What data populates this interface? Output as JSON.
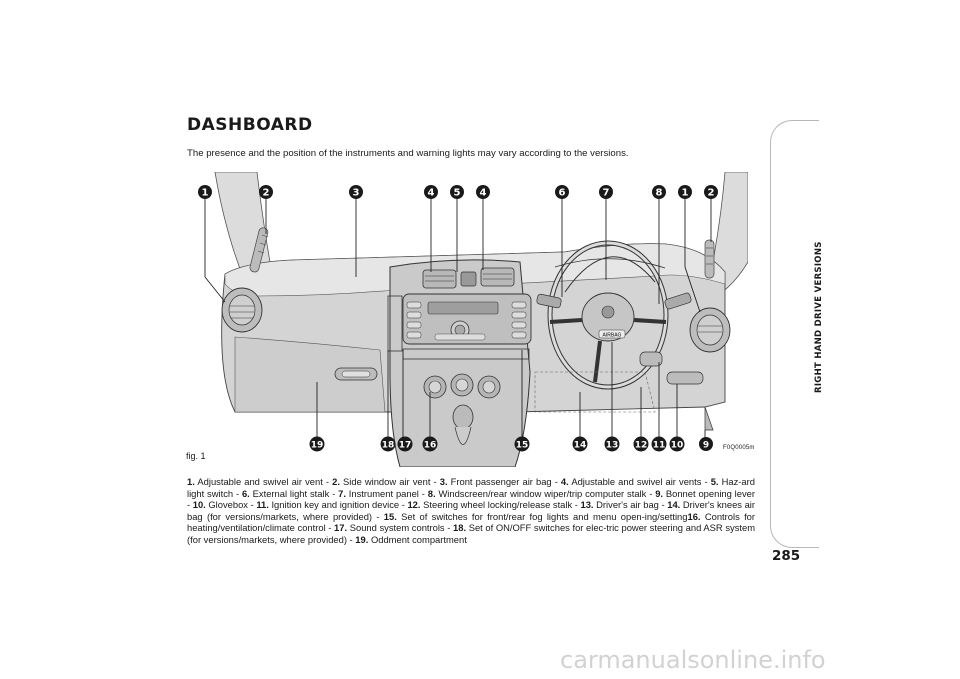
{
  "page": {
    "title": "DASHBOARD",
    "intro": "The presence and the position of the instruments and warning lights may vary according to the versions.",
    "figure_label": "fig. 1",
    "figure_code": "F0Q0005m",
    "side_tab_text": "RIGHT HAND DRIVE VERSIONS",
    "page_number": "285",
    "watermark": "carmanualsonline.info"
  },
  "callouts": {
    "top": [
      "1",
      "2",
      "3",
      "4",
      "5",
      "4",
      "6",
      "7",
      "8",
      "1",
      "2"
    ],
    "bottom": [
      "19",
      "18",
      "17",
      "16",
      "15",
      "14",
      "13",
      "12",
      "11",
      "10",
      "9"
    ]
  },
  "dashboard_labels": {
    "airbag": "AIRBAG"
  },
  "legend": [
    {
      "num": "1.",
      "text": " Adjustable and swivel air vent - "
    },
    {
      "num": "2.",
      "text": " Side window air vent - "
    },
    {
      "num": "3.",
      "text": " Front passenger air bag - "
    },
    {
      "num": "4.",
      "text": " Adjustable and swivel air vents - "
    },
    {
      "num": "5.",
      "text": " Haz-ard light switch - "
    },
    {
      "num": "6.",
      "text": " External light stalk - "
    },
    {
      "num": "7.",
      "text": " Instrument panel - "
    },
    {
      "num": "8.",
      "text": " Windscreen/rear window wiper/trip computer stalk - "
    },
    {
      "num": "9.",
      "text": " Bonnet opening lever - "
    },
    {
      "num": "10.",
      "text": " Glovebox - "
    },
    {
      "num": "11.",
      "text": " Ignition key and ignition device - "
    },
    {
      "num": "12.",
      "text": " Steering wheel locking/release stalk - "
    },
    {
      "num": "13.",
      "text": " Driver's air bag - "
    },
    {
      "num": "14.",
      "text": " Driver's knees air bag (for versions/markets, where provided) - "
    },
    {
      "num": "15.",
      "text": " Set of switches for front/rear fog lights and menu open-ing/setting"
    },
    {
      "num": "16.",
      "text": " Controls for heating/ventilation/climate control - "
    },
    {
      "num": "17.",
      "text": " Sound system controls - "
    },
    {
      "num": "18.",
      "text": " Set of ON/OFF switches for elec-tric power steering and ASR system (for versions/markets, where provided) - "
    },
    {
      "num": "19.",
      "text": " Oddment compartment"
    }
  ]
}
